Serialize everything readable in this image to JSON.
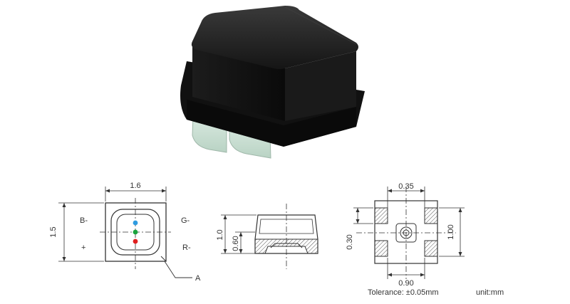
{
  "product_photo": {
    "alt": ""
  },
  "top_view": {
    "width_dim": "1.6",
    "height_dim": "1.5",
    "pin_b_minus": "B-",
    "pin_g_minus": "G-",
    "pin_plus": "+",
    "pin_r_minus": "R-",
    "callout_a": "A",
    "led_colors": {
      "blue": "#2f9be0",
      "green": "#1aa33c",
      "red": "#e02020"
    }
  },
  "side_view": {
    "height_dim": "1.0",
    "lens_height_dim": "0.60"
  },
  "bottom_view": {
    "pad_gap_dim": "0.35",
    "pad_height_dim": "0.30",
    "overall_height_dim": "1.00",
    "overall_width_dim": "0.90"
  },
  "footer": {
    "tolerance": "Tolerance:  ±0.05mm",
    "unit": "unit:mm"
  }
}
